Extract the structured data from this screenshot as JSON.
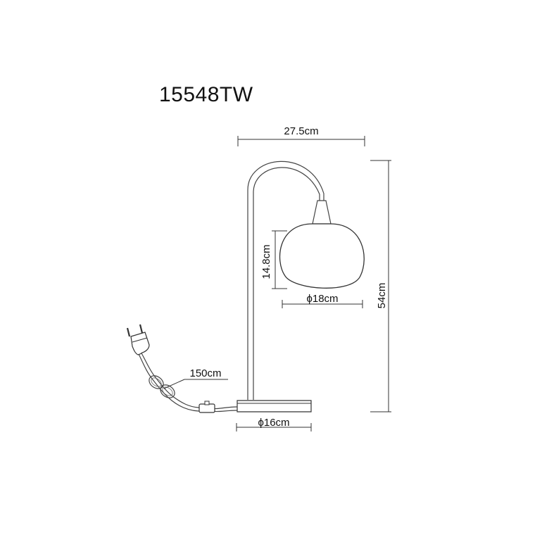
{
  "title": "15548TW",
  "dimensions": {
    "width": "27.5cm",
    "height": "54cm",
    "shade_height": "14.8cm",
    "shade_diameter": "ϕ18cm",
    "base_diameter": "ϕ16cm",
    "cable_length": "150cm"
  }
}
